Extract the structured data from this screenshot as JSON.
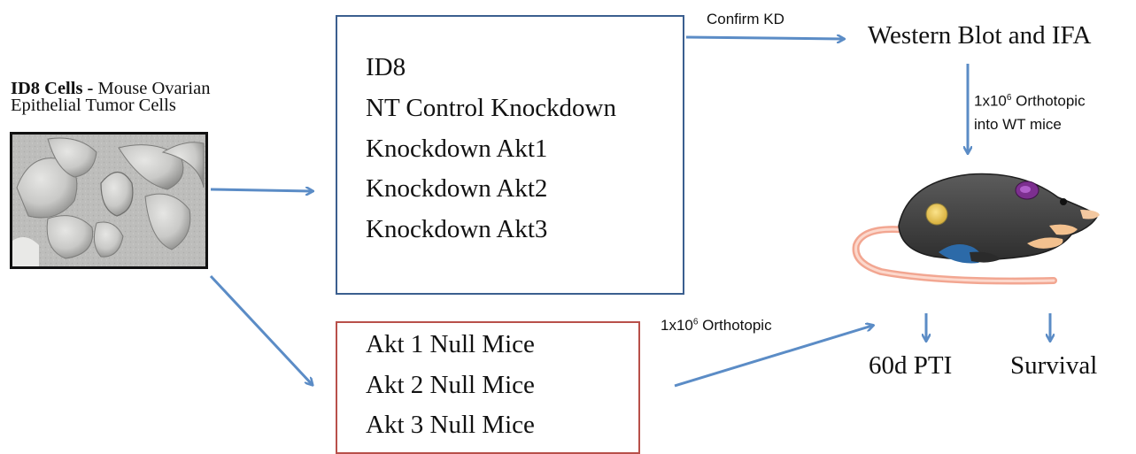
{
  "cells": {
    "title_bold": "ID8 Cells -",
    "title_rest": " Mouse Ovarian",
    "subtitle": "Epithelial Tumor Cells",
    "photo_icon": "microscopy-cells-image"
  },
  "knockdown_box": {
    "items": [
      "ID8",
      "NT Control Knockdown",
      "Knockdown Akt1",
      "Knockdown Akt2",
      "Knockdown Akt3"
    ],
    "border_color": "#3b5f8f"
  },
  "null_box": {
    "items": [
      "Akt 1 Null Mice",
      "Akt 2 Null Mice",
      "Akt 3 Null Mice"
    ],
    "border_color": "#b8504a"
  },
  "labels": {
    "confirm": "Confirm KD",
    "western": "Western Blot and IFA",
    "ortho1_base": "1x10",
    "ortho1_exp": "6",
    "ortho1_rest": " Orthotopic",
    "ortho1_line2": "into WT mice",
    "ortho2_base": "1x10",
    "ortho2_exp": "6",
    "ortho2_rest": " Orthotopic",
    "pti": "60d PTI",
    "survival": "Survival"
  },
  "icons": {
    "mouse": "mouse-icon"
  },
  "colors": {
    "arrow": "#5b8cc6",
    "mouse_body": "#4a4a4a",
    "mouse_tail": "#f5b8a6"
  }
}
